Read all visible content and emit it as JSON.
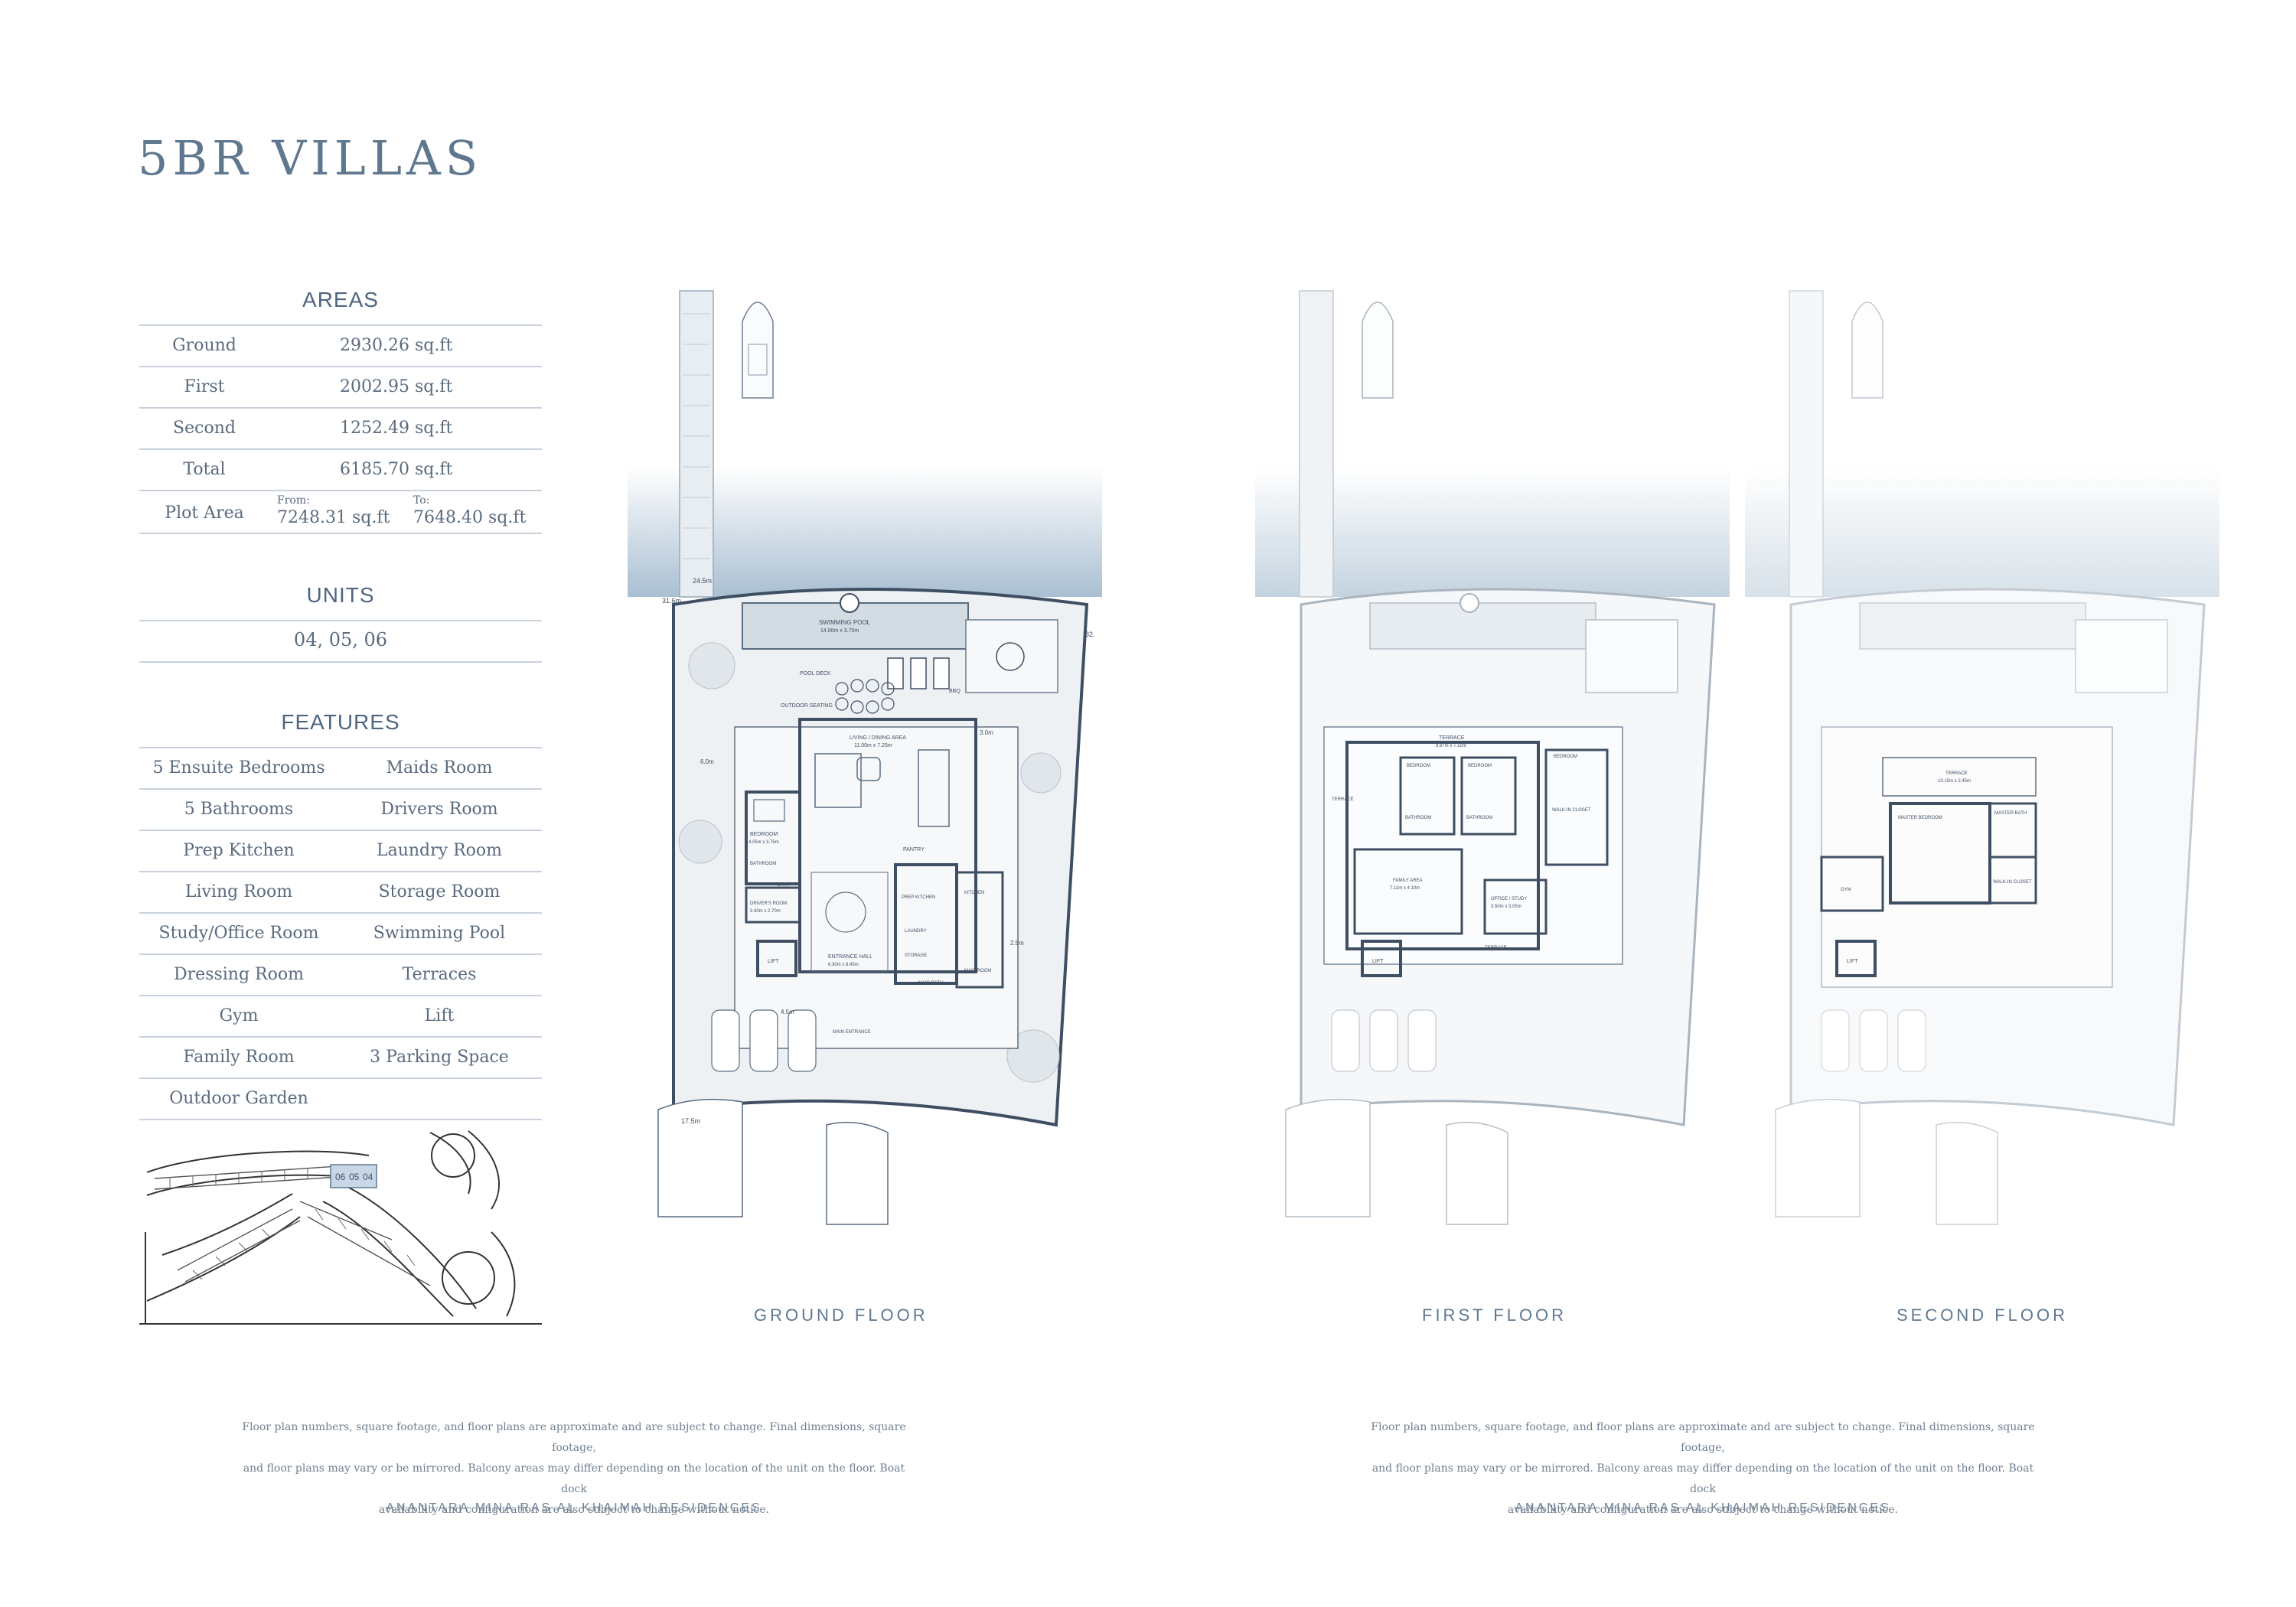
{
  "title": "5BR VILLAS",
  "areas": {
    "heading": "AREAS",
    "rows": [
      {
        "label": "Ground",
        "value": "2930.26 sq.ft"
      },
      {
        "label": "First",
        "value": "2002.95 sq.ft"
      },
      {
        "label": "Second",
        "value": "1252.49 sq.ft"
      },
      {
        "label": "Total",
        "value": "6185.70 sq.ft"
      }
    ],
    "plot": {
      "label": "Plot Area",
      "from_label": "From:",
      "from_value": "7248.31 sq.ft",
      "to_label": "To:",
      "to_value": "7648.40 sq.ft"
    }
  },
  "units": {
    "heading": "UNITS",
    "value": "04, 05, 06"
  },
  "features": {
    "heading": "FEATURES",
    "rows": [
      [
        "5 Ensuite Bedrooms",
        "Maids Room"
      ],
      [
        "5 Bathrooms",
        "Drivers Room"
      ],
      [
        "Prep Kitchen",
        "Laundry Room"
      ],
      [
        "Living Room",
        "Storage Room"
      ],
      [
        "Study/Office Room",
        "Swimming Pool"
      ],
      [
        "Dressing Room",
        "Terraces"
      ],
      [
        "Gym",
        "Lift"
      ],
      [
        "Family Room",
        "3 Parking Space"
      ],
      [
        "Outdoor Garden",
        ""
      ]
    ]
  },
  "keyplan": {
    "unit_labels": [
      "06",
      "05",
      "04"
    ]
  },
  "floors": {
    "ground": {
      "label": "GROUND FLOOR",
      "dims": {
        "d1": "24.5m",
        "d2": "31.6m",
        "d3": "32.",
        "d4": "17.5m",
        "d5": "6.0m",
        "d6": "3.0m",
        "d7": "2.5m",
        "d8": "4.5m"
      },
      "rooms": {
        "pool": "SWIMMING POOL",
        "pool_dim": "14.00m x 3.70m",
        "deck": "POOL DECK",
        "bbq": "BBQ",
        "outdoor": "OUTDOOR SEATING",
        "living": "LIVING / DINING AREA",
        "living_dim": "11.00m x 7.25m",
        "bedroom": "BEDROOM",
        "bedroom_dim": "4.05m x 3.75m",
        "bathroom": "BATHROOM",
        "bath": "BATH",
        "drivers": "DRIVER'S ROOM",
        "drivers_dim": "3.40m x 2.70m",
        "lift": "LIFT",
        "pantry": "PANTRY",
        "kitchen": "KITCHEN",
        "prep": "PREP KITCHEN",
        "laundry": "LAUNDRY",
        "storage": "STORAGE",
        "maid": "MAID ROOM",
        "maid_bath": "MAID BATH",
        "entrance": "ENTRANCE HALL",
        "entrance_dim": "6.30m x 8.45m",
        "main": "MAIN ENTRANCE"
      }
    },
    "first": {
      "label": "FIRST FLOOR",
      "rooms": {
        "terrace": "TERRACE",
        "terrace_dim": "8.97m x 7.15m",
        "bedroom": "BEDROOM",
        "bathroom": "BATHROOM",
        "walkin": "WALK-IN CLOSET",
        "family": "FAMILY AREA",
        "family_dim": "7.11m x 4.10m",
        "office": "OFFICE / STUDY",
        "office_dim": "3.50m x 3.05m",
        "lift": "LIFT",
        "terrace_left": "TERRACE",
        "terrace_bottom": "TERRACE"
      }
    },
    "second": {
      "label": "SECOND FLOOR",
      "rooms": {
        "terrace": "TERRACE",
        "terrace_dim": "10.15m x 2.45m",
        "master": "MASTER BEDROOM",
        "master_bath": "MASTER BATH",
        "walkin": "WALK-IN CLOSET",
        "gym": "GYM",
        "lift": "LIFT"
      }
    }
  },
  "disclaimer": [
    "Floor plan numbers, square footage, and floor plans are approximate and are subject to change. Final dimensions, square footage,",
    "and floor plans may vary or be mirrored. Balcony areas may differ depending on the location of the unit on the floor. Boat dock",
    "availability and configuration are also subject to change without notice."
  ],
  "footer": "ANANTARA MINA RAS AL KHAIMAH RESIDENCES"
}
